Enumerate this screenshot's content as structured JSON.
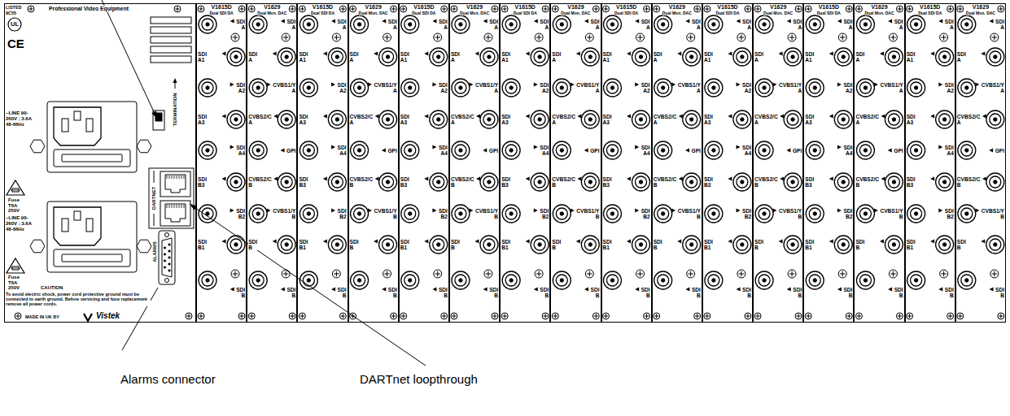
{
  "diagram": {
    "nodes": [
      {
        "text": [
          "LISTED 9C55",
          "Professional Video Equipment",
          "UL",
          "CE",
          "~LINE 90-260V ; 3.6A 48-66Hz",
          "Fuse T6A 250V",
          "~LINE 90-260V ; 3.6A 48-66Hz",
          "Fuse T6A 250V",
          "CAUTION",
          "To avoid electric shock, power cord protective ground must be connected to earth ground. Before servicing and fuse replacement remove all power cords.",
          "MADE IN UK BY",
          "Vistek",
          "TERMINATION",
          "DARTNET",
          "ALARMS"
        ]
      },
      {
        "text": [
          "V1615D",
          "Dual SDI DA",
          "SDI A",
          "SDI A1",
          "SDI A2",
          "SDI A3",
          "SDI A4",
          "SDI B3",
          "SDI B2",
          "SDI B1",
          "SDI B"
        ]
      },
      {
        "text": [
          "V1629",
          "Dual Mon. DAC",
          "SDI A",
          "SDI A",
          "CVBS1/Y A",
          "CVBS2/C A",
          "GPI",
          "CVBS2/C B",
          "CVBS1/Y B",
          "SDI B",
          "SDI B"
        ]
      },
      {
        "text": [
          "V1615D",
          "Dual SDI DA",
          "SDI A",
          "SDI A1",
          "SDI A2",
          "SDI A3",
          "SDI A4",
          "SDI B3",
          "SDI B2",
          "SDI B1",
          "SDI B"
        ]
      },
      {
        "text": [
          "V1629",
          "Dual Mon. DAC",
          "SDI A",
          "SDI A",
          "CVBS1/Y A",
          "CVBS2/C A",
          "GPI",
          "CVBS2/C B",
          "CVBS1/Y B",
          "SDI B",
          "SDI B"
        ]
      },
      {
        "text": [
          "V1615D",
          "Dual SDI DA",
          "SDI A",
          "SDI A1",
          "SDI A2",
          "SDI A3",
          "SDI A4",
          "SDI B3",
          "SDI B2",
          "SDI B1",
          "SDI B"
        ]
      },
      {
        "text": [
          "V1629",
          "Dual Mon. DAC",
          "SDI A",
          "SDI A",
          "CVBS1/Y A",
          "CVBS2/C A",
          "GPI",
          "CVBS2/C B",
          "CVBS1/Y B",
          "SDI B",
          "SDI B"
        ]
      },
      {
        "text": [
          "V1615D",
          "Dual SDI DA",
          "SDI A",
          "SDI A1",
          "SDI A2",
          "SDI A3",
          "SDI A4",
          "SDI B3",
          "SDI B2",
          "SDI B1",
          "SDI B"
        ]
      },
      {
        "text": [
          "V1629",
          "Dual Mon. DAC",
          "SDI A",
          "SDI A",
          "CVBS1/Y A",
          "CVBS2/C A",
          "GPI",
          "CVBS2/C B",
          "CVBS1/Y B",
          "SDI B",
          "SDI B"
        ]
      },
      {
        "text": [
          "V1615D",
          "Dual SDI DA",
          "SDI A",
          "SDI A1",
          "SDI A2",
          "SDI A3",
          "SDI A4",
          "SDI B3",
          "SDI B2",
          "SDI B1",
          "SDI B"
        ]
      },
      {
        "text": [
          "V1629",
          "Dual Mon. DAC",
          "SDI A",
          "SDI A",
          "CVBS1/Y A",
          "CVBS2/C A",
          "GPI",
          "CVBS2/C B",
          "CVBS1/Y B",
          "SDI B",
          "SDI B"
        ]
      },
      {
        "text": [
          "V1615D",
          "Dual SDI DA",
          "SDI A",
          "SDI A1",
          "SDI A2",
          "SDI A3",
          "SDI A4",
          "SDI B3",
          "SDI B2",
          "SDI B1",
          "SDI B"
        ]
      },
      {
        "text": [
          "V1629",
          "Dual Mon. DAC",
          "SDI A",
          "SDI A",
          "CVBS1/Y A",
          "CVBS2/C A",
          "GPI",
          "CVBS2/C B",
          "CVBS1/Y B",
          "SDI B",
          "SDI B"
        ]
      },
      {
        "text": [
          "V1615D",
          "Dual SDI DA",
          "SDI A",
          "SDI A1",
          "SDI A2",
          "SDI A3",
          "SDI A4",
          "SDI B3",
          "SDI B2",
          "SDI B1",
          "SDI B"
        ]
      },
      {
        "text": [
          "V1629",
          "Dual Mon. DAC",
          "SDI A",
          "SDI A",
          "CVBS1/Y A",
          "CVBS2/C A",
          "GPI",
          "CVBS2/C B",
          "CVBS1/Y B",
          "SDI B",
          "SDI B"
        ]
      },
      {
        "text": [
          "V1615D",
          "Dual SDI DA",
          "SDI A",
          "SDI A1",
          "SDI A2",
          "SDI A3",
          "SDI A4",
          "SDI B3",
          "SDI B2",
          "SDI B1",
          "SDI B"
        ]
      },
      {
        "text": [
          "V1629",
          "Dual Mon. DAC",
          "SDI A",
          "SDI A",
          "CVBS1/Y A",
          "CVBS2/C A",
          "GPI",
          "CVBS2/C B",
          "CVBS1/Y B",
          "SDI B",
          "SDI B"
        ]
      }
    ],
    "labels": [
      "Alarms connector",
      "DARTnet loopthrough"
    ]
  }
}
